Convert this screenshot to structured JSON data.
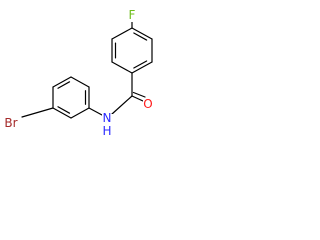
{
  "molecule": {
    "atoms": {
      "fluorine": {
        "label": "F",
        "color": "#6fbe1e"
      },
      "oxygen": {
        "label": "O",
        "color": "#ff1a1a"
      },
      "nitrogen": {
        "label": "N",
        "color": "#2b2bff"
      },
      "hydrogen": {
        "label": "H",
        "color": "#2b2bff"
      },
      "bromine": {
        "label": "Br",
        "color": "#a52a2a"
      }
    },
    "bond_color": "#000000",
    "background": "#ffffff"
  }
}
